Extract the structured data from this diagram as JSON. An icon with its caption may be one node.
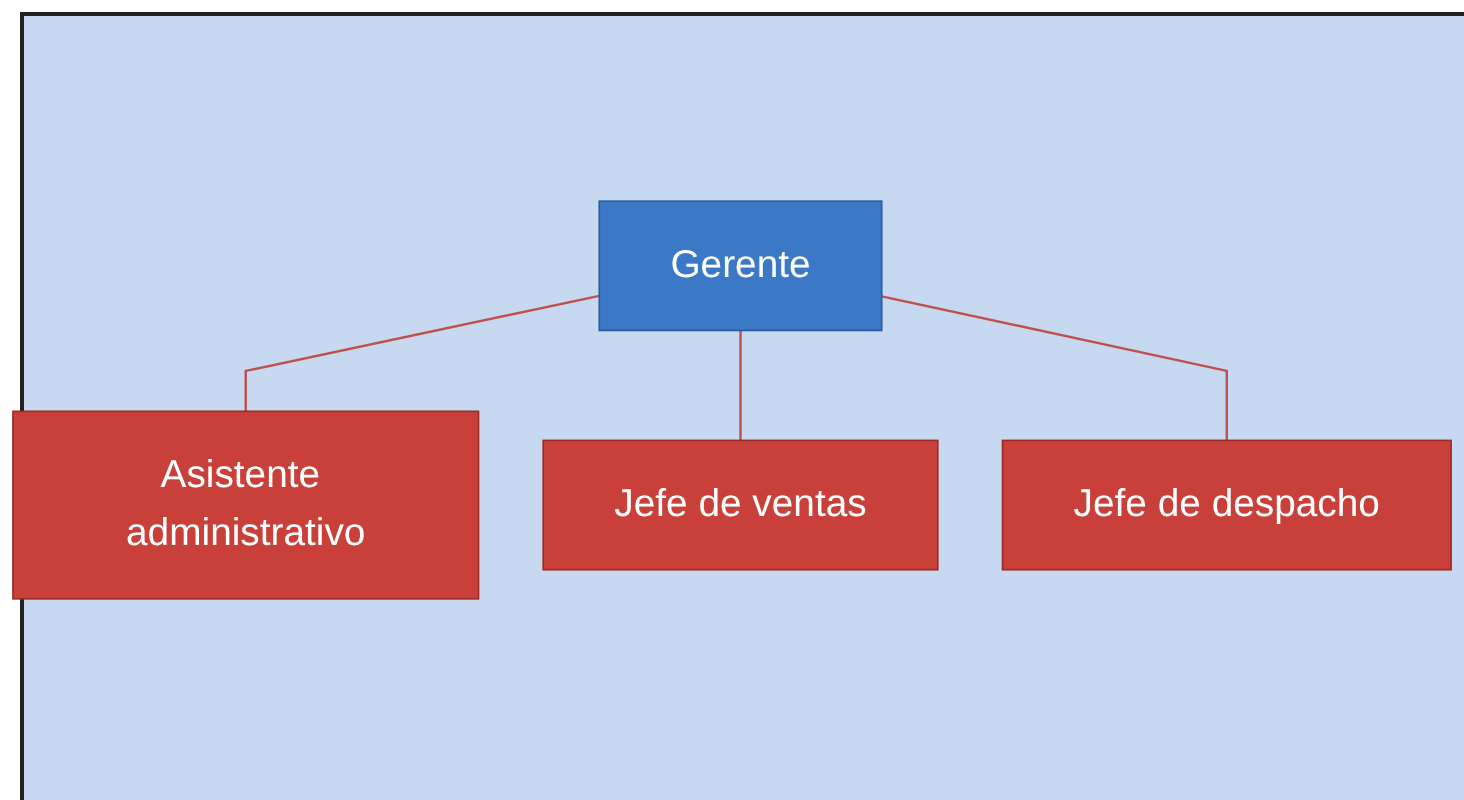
{
  "diagram": {
    "nodes": [
      {
        "text": [
          "Gerente"
        ]
      },
      {
        "text": [
          "Asistente administrativo"
        ]
      },
      {
        "text": [
          "Jefe de ventas"
        ]
      },
      {
        "text": [
          "Jefe de despacho"
        ]
      }
    ],
    "edges": [
      {
        "from": 0,
        "to": 1,
        "arrow": "none"
      },
      {
        "from": 0,
        "to": 2,
        "arrow": "none"
      },
      {
        "from": 0,
        "to": 3,
        "arrow": "none"
      }
    ]
  }
}
